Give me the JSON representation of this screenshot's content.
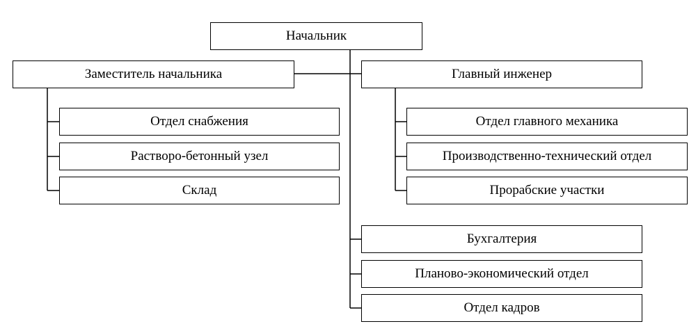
{
  "root": "Начальник",
  "deputy": {
    "title": "Заместитель начальника",
    "children": [
      "Отдел снабжения",
      "Растворо-бетонный узел",
      "Склад"
    ]
  },
  "chief_engineer": {
    "title": "Главный инженер",
    "children": [
      "Отдел главного механика",
      "Производственно-технический отдел",
      "Прорабские участки"
    ]
  },
  "direct_reports": [
    "Бухгалтерия",
    "Планово-экономический отдел",
    "Отдел кадров"
  ]
}
